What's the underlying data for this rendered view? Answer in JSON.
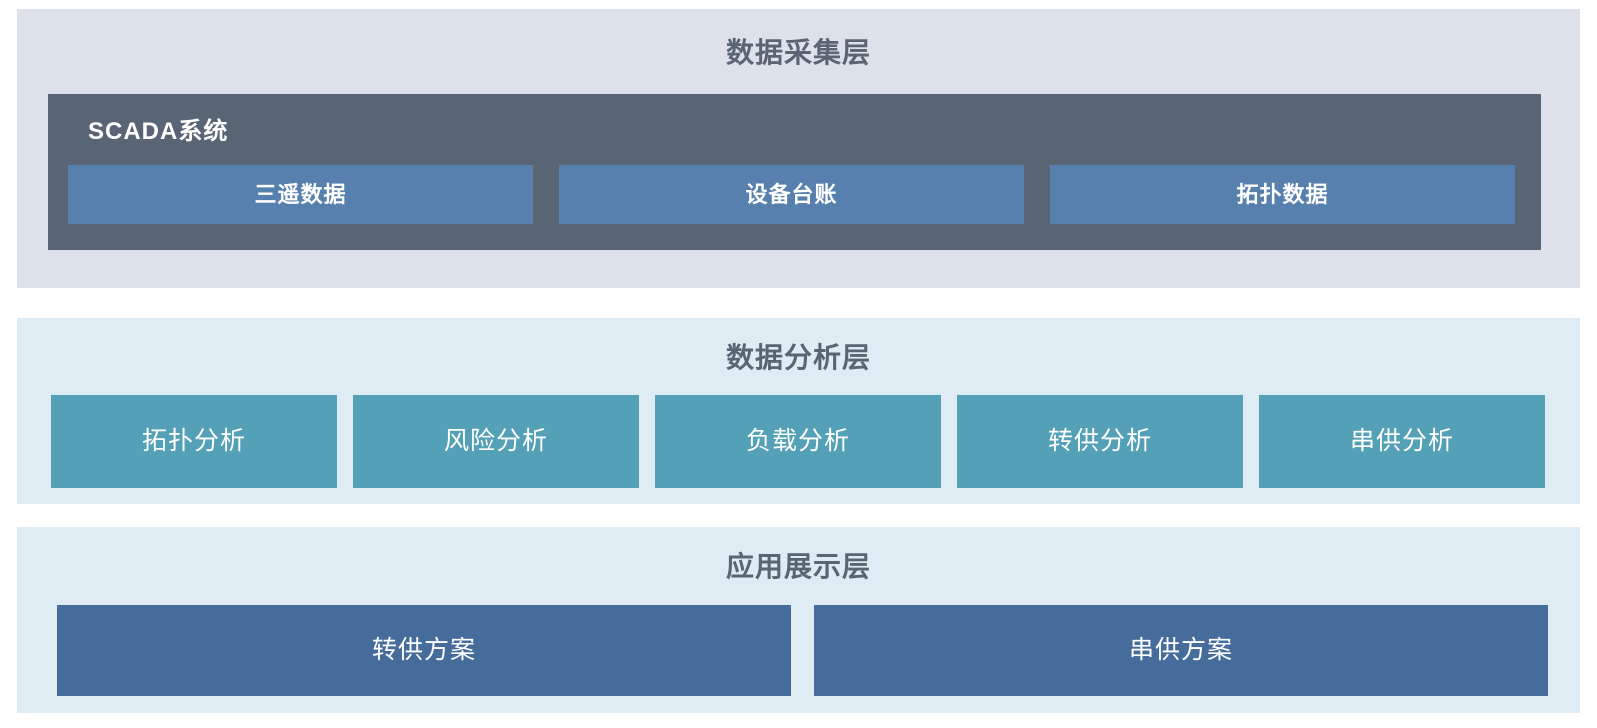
{
  "colors": {
    "page_bg": "#ffffff",
    "layer1_bg": "#dce1ea",
    "layer23_bg": "#dfecf3",
    "scada_bg": "#596474",
    "data_box": "#5880ae",
    "analysis_box": "#54a0b6",
    "app_box": "#466c9c",
    "title_text": "#5a6472",
    "box_text": "#ffffff"
  },
  "layers": {
    "collection": {
      "title": "数据采集层",
      "scada": {
        "title": "SCADA系统",
        "items": [
          {
            "label": "三遥数据"
          },
          {
            "label": "设备台账"
          },
          {
            "label": "拓扑数据"
          }
        ]
      }
    },
    "analysis": {
      "title": "数据分析层",
      "items": [
        {
          "label": "拓扑分析"
        },
        {
          "label": "风险分析"
        },
        {
          "label": "负载分析"
        },
        {
          "label": "转供分析"
        },
        {
          "label": "串供分析"
        }
      ]
    },
    "application": {
      "title": "应用展示层",
      "items": [
        {
          "label": "转供方案"
        },
        {
          "label": "串供方案"
        }
      ]
    }
  }
}
